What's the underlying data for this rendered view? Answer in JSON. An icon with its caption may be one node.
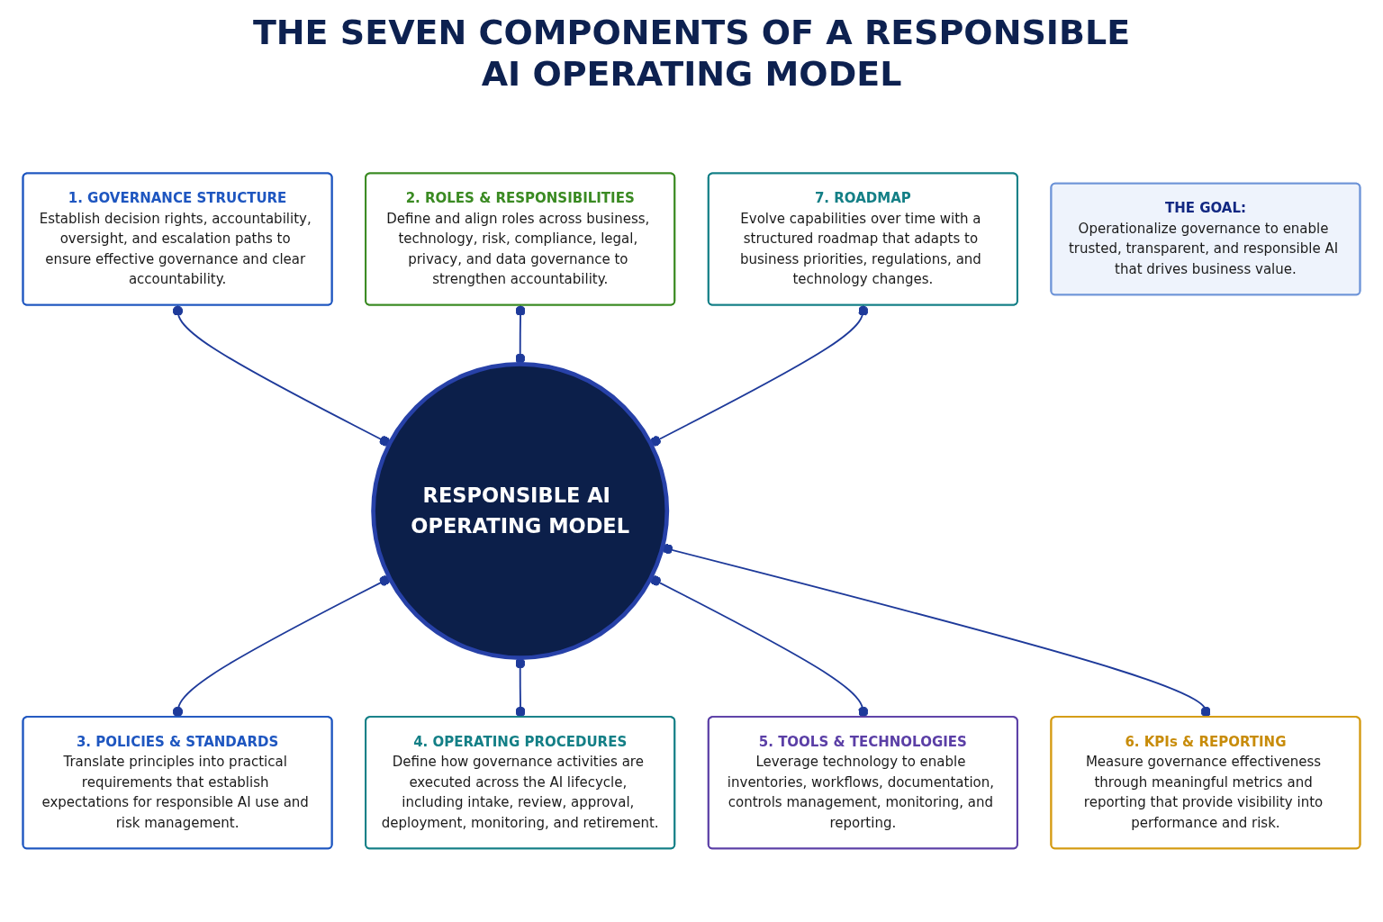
{
  "diagram": {
    "title": "THE SEVEN COMPONENTS OF A RESPONSIBLE AI OPERATING MODEL",
    "nodes": [
      {
        "text": [
          "RESPONSIBLE AI OPERATING MODEL"
        ]
      },
      {
        "text": [
          "1. GOVERNANCE STRUCTURE",
          "Establish decision rights, accountability, oversight, and escalation paths to ensure effective governance and clear accountability."
        ]
      },
      {
        "text": [
          "2. ROLES & RESPONSIBILITIES",
          "Define and align roles across business, technology, risk, compliance, legal, privacy, and data governance to strengthen accountability."
        ]
      },
      {
        "text": [
          "3. POLICIES & STANDARDS",
          "Translate principles into practical requirements that establish expectations for responsible AI use and risk management."
        ]
      },
      {
        "text": [
          "4. OPERATING PROCEDURES",
          "Define how governance activities are executed across the AI lifecycle, including intake, review, approval, deployment, monitoring, and retirement."
        ]
      },
      {
        "text": [
          "5. TOOLS & TECHNOLOGIES",
          "Leverage technology to enable inventories, workflows, documentation, controls management, monitoring, and reporting."
        ]
      },
      {
        "text": [
          "6. KPIs & REPORTING",
          "Measure governance effectiveness through meaningful metrics and reporting that provide visibility into performance and risk."
        ]
      },
      {
        "text": [
          "7. ROADMAP",
          "Evolve capabilities over time with a structured roadmap that adapts to business priorities, regulations, and technology changes."
        ]
      },
      {
        "text": [
          "THE GOAL:",
          "Operationalize governance to enable trusted, transparent, and responsible AI that drives business value."
        ]
      }
    ],
    "edges": [
      {
        "from": 1,
        "to": 0,
        "arrow": "other"
      },
      {
        "from": 2,
        "to": 0,
        "arrow": "other"
      },
      {
        "from": 0,
        "to": 3,
        "arrow": "other"
      },
      {
        "from": 0,
        "to": 4,
        "arrow": "other"
      },
      {
        "from": 0,
        "to": 5,
        "arrow": "other"
      },
      {
        "from": 0,
        "to": 6,
        "arrow": "other"
      },
      {
        "from": 7,
        "to": 0,
        "arrow": "other"
      }
    ]
  }
}
